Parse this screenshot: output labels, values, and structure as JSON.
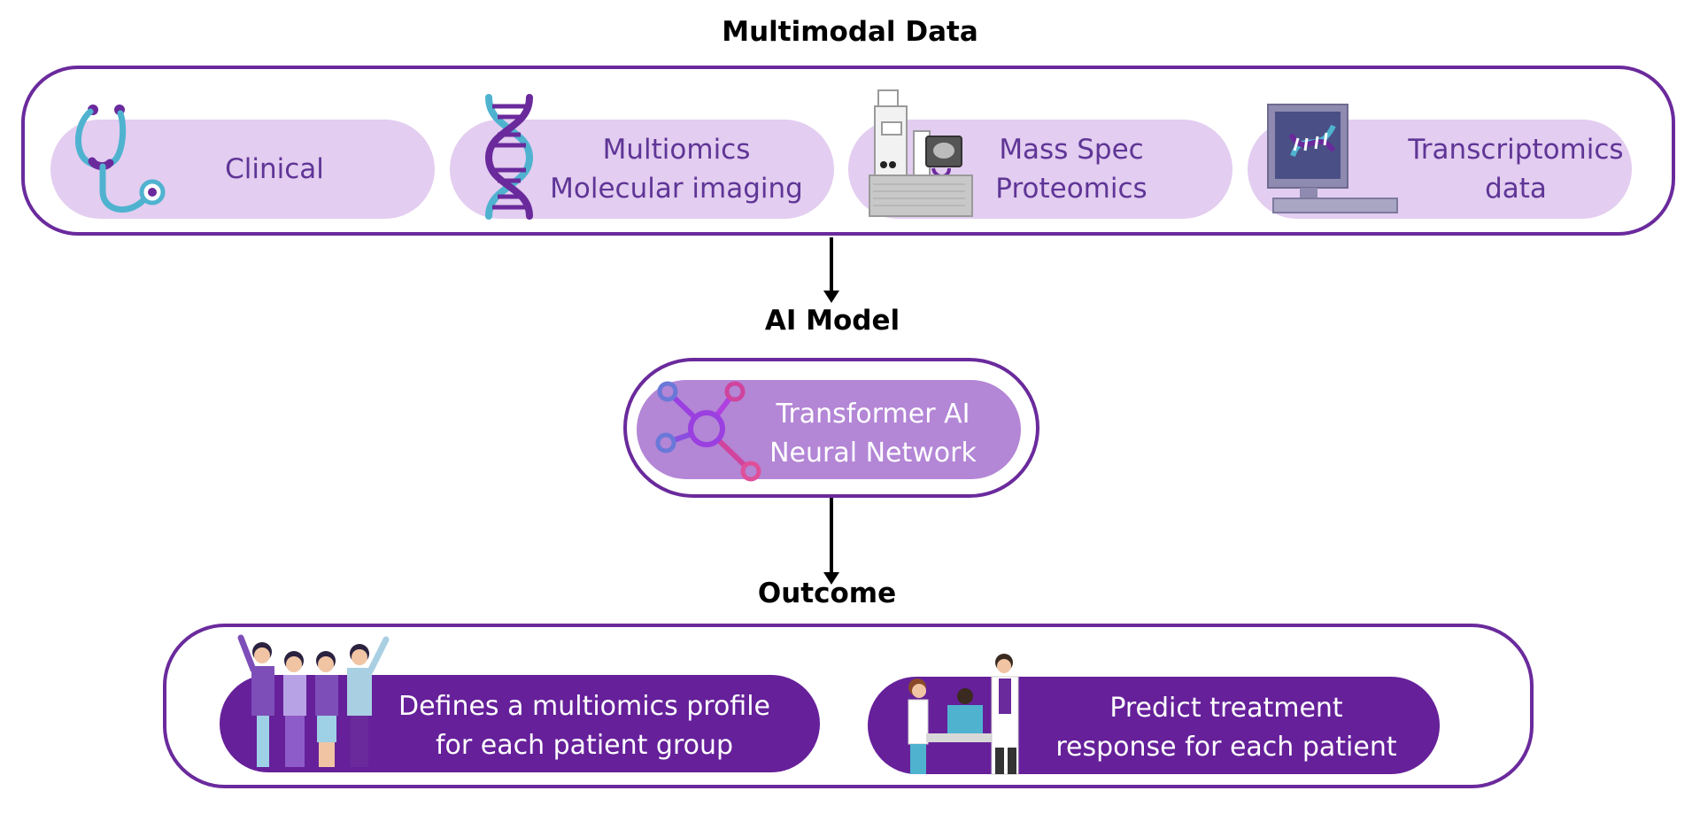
{
  "sections": {
    "data": {
      "title": "Multimodal Data"
    },
    "model": {
      "title": "AI Model"
    },
    "outcome": {
      "title": "Outcome"
    }
  },
  "inputs": [
    {
      "lines": [
        "Clinical"
      ],
      "icon": "stethoscope-icon"
    },
    {
      "lines": [
        "Multiomics",
        "Molecular imaging"
      ],
      "icon": "dna-helix-icon"
    },
    {
      "lines": [
        "Mass Spec",
        "Proteomics"
      ],
      "icon": "mass-spectrometer-icon"
    },
    {
      "lines": [
        "Transcriptomics",
        "data"
      ],
      "icon": "computer-monitor-dna-icon"
    }
  ],
  "model": {
    "lines": [
      "Transformer AI",
      "Neural Network"
    ],
    "icon": "neural-network-icon"
  },
  "outcomes": [
    {
      "lines": [
        "Defines a multiomics profile",
        "for each patient group"
      ],
      "icon": "patient-group-illustration"
    },
    {
      "lines": [
        "Predict treatment",
        "response for each patient"
      ],
      "icon": "doctor-patient-illustration"
    }
  ],
  "colors": {
    "frame_border": "#6a2a9c",
    "input_pill": "#e3cdf0",
    "input_text": "#5f3596",
    "model_pill": "#b386d6",
    "outcome_pill": "#66209a",
    "accent_teal": "#4fb3d0",
    "accent_pink": "#e0509a"
  }
}
